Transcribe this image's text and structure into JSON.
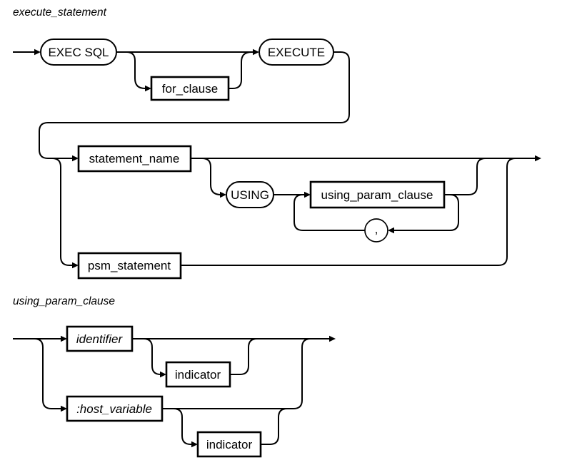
{
  "colors": {
    "background": "#ffffff",
    "line": "#000000",
    "text": "#000000"
  },
  "diagrams": [
    {
      "title": "execute_statement",
      "nodes": {
        "exec_sql": {
          "label": "EXEC SQL",
          "kind": "keyword-terminal"
        },
        "for_clause": {
          "label": "for_clause",
          "kind": "rule"
        },
        "execute": {
          "label": "EXECUTE",
          "kind": "keyword-terminal"
        },
        "statement_name": {
          "label": "statement_name",
          "kind": "rule"
        },
        "using": {
          "label": "USING",
          "kind": "keyword-terminal"
        },
        "using_param_clause": {
          "label": "using_param_clause",
          "kind": "rule"
        },
        "comma_separator": {
          "label": ",",
          "kind": "keyword-terminal"
        },
        "psm_statement": {
          "label": "psm_statement",
          "kind": "rule"
        }
      }
    },
    {
      "title": "using_param_clause",
      "nodes": {
        "identifier": {
          "label": "identifier",
          "kind": "variable"
        },
        "indicator_after_identifier": {
          "label": "indicator",
          "kind": "rule"
        },
        "host_variable": {
          "label": ":host_variable",
          "kind": "variable"
        },
        "indicator_after_host_variable": {
          "label": "indicator",
          "kind": "rule"
        }
      }
    }
  ]
}
